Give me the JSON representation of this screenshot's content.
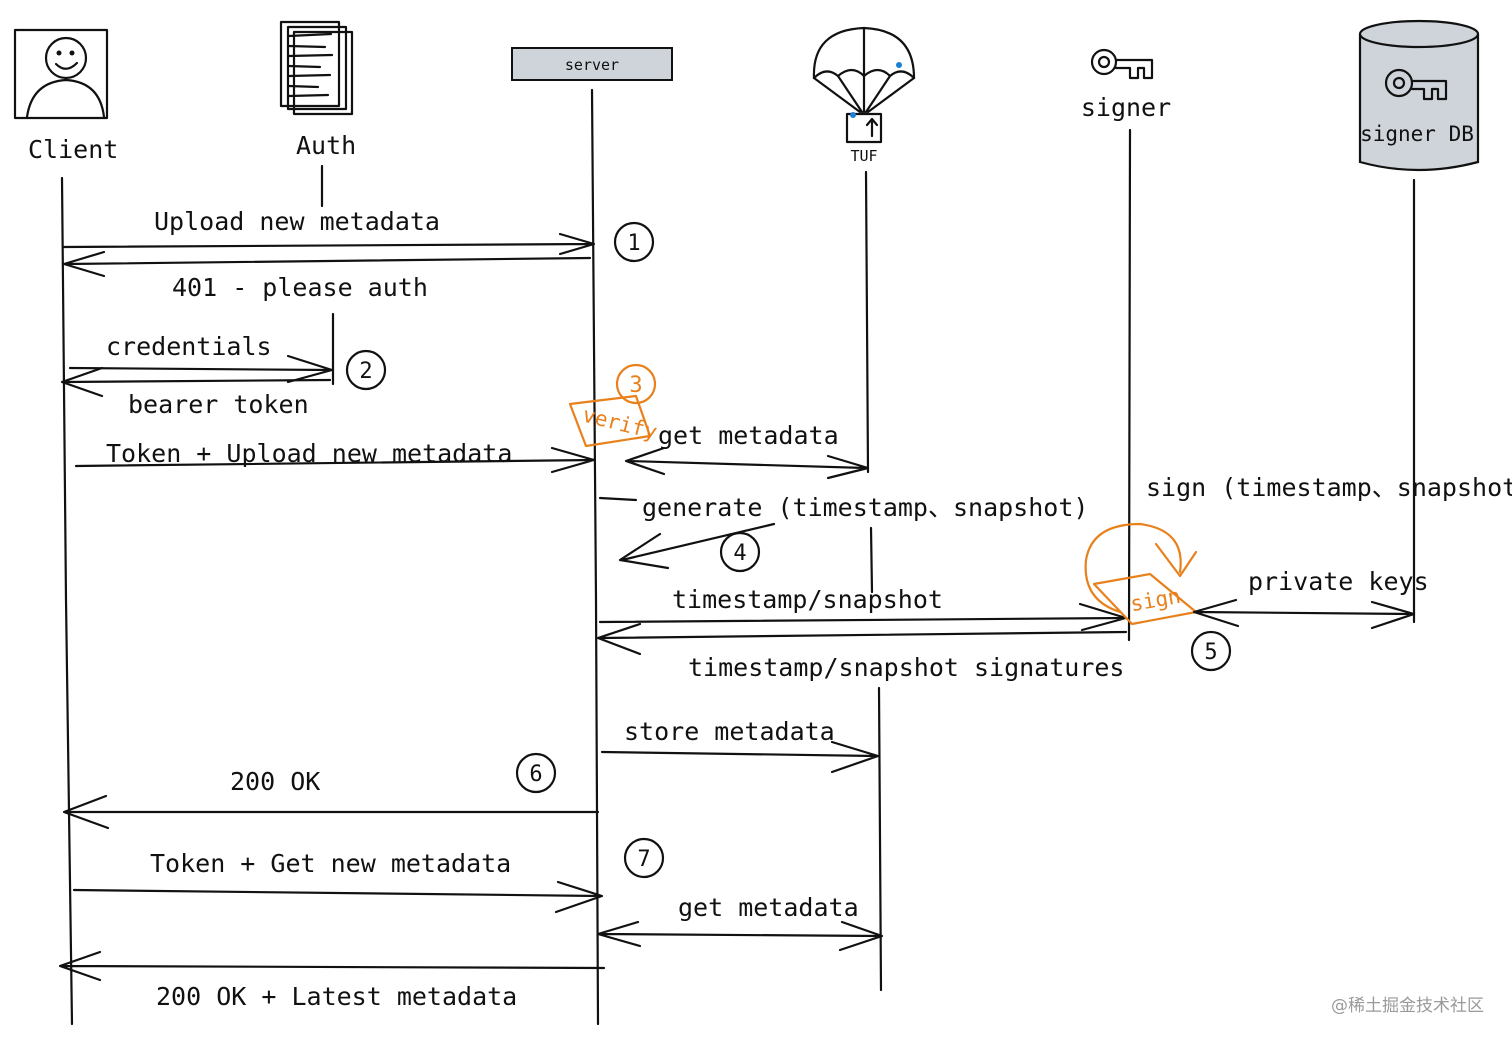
{
  "actors": {
    "client": "Client",
    "auth": "Auth",
    "server": "server",
    "tuf": "TUF",
    "signer": "signer",
    "signer_db": "signer DB"
  },
  "messages": {
    "upload": "Upload new metadata",
    "unauth": "401 - please auth",
    "credentials": "credentials",
    "bearer": "bearer token",
    "token_upload": "Token + Upload new metadata",
    "get_metadata_1": "get metadata",
    "generate": "generate (timestamp、snapshot)",
    "sign_request": "sign (timestamp、snapshot)",
    "timestamp_snapshot": "timestamp/snapshot",
    "private_keys": "private keys",
    "signatures": "timestamp/snapshot signatures",
    "store": "store metadata",
    "ok": "200 OK",
    "token_get": "Token + Get new metadata",
    "get_metadata_2": "get metadata",
    "latest": "200 OK + Latest metadata"
  },
  "notes": {
    "verify": "verify",
    "sign": "sign"
  },
  "steps": [
    "1",
    "2",
    "3",
    "4",
    "5",
    "6",
    "7"
  ],
  "watermark": "@稀土掘金技术社区",
  "colors": {
    "ink": "#111111",
    "accent": "#e8811c",
    "db_fill": "#ced4da",
    "tuf_dot": "#1c7ed6"
  }
}
